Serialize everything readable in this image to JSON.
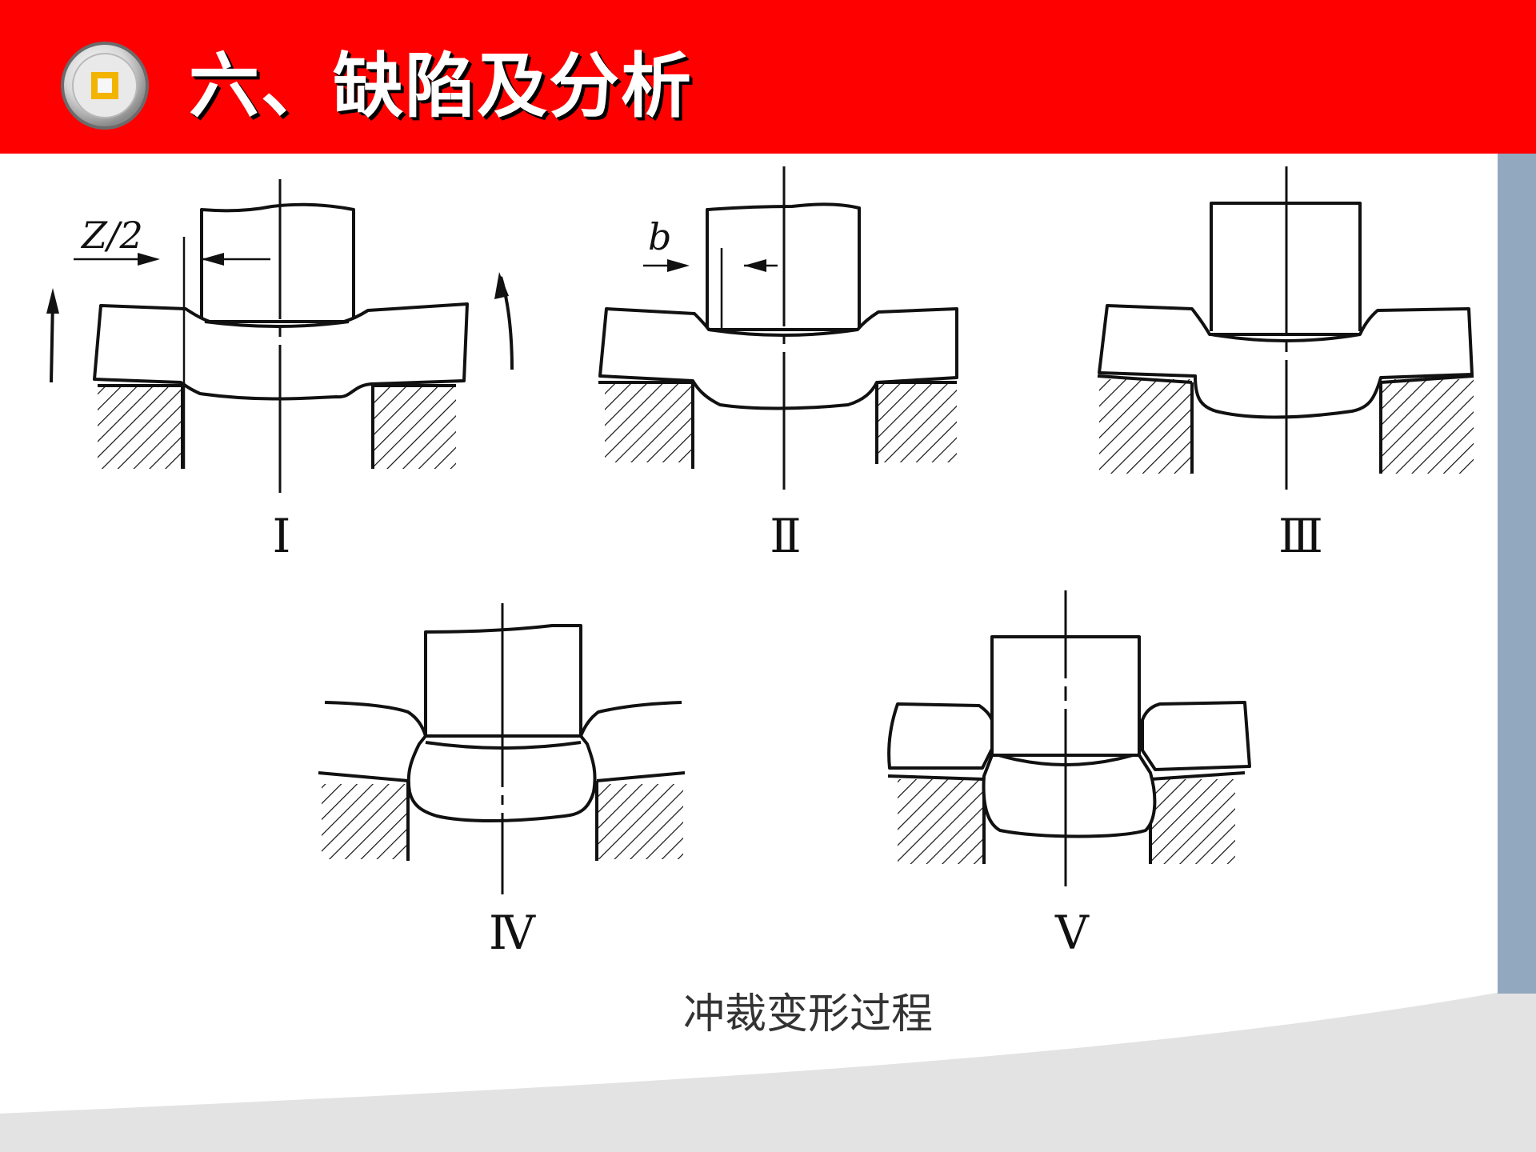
{
  "slide": {
    "title": "六、缺陷及分析",
    "caption": "冲裁变形过程"
  },
  "diagram": {
    "stages": [
      {
        "label": "Ⅰ",
        "dimension_label": "Z/2"
      },
      {
        "label": "Ⅱ",
        "dimension_label": "b"
      },
      {
        "label": "Ⅲ"
      },
      {
        "label": "Ⅳ"
      },
      {
        "label": "Ⅴ"
      }
    ]
  },
  "colors": {
    "header": "#ff0000",
    "side_bar": "#92a8bf",
    "swoosh": "#e3e3e3",
    "logo_accent": "#f2b400"
  },
  "icons": {
    "logo": "square-emblem-icon"
  }
}
